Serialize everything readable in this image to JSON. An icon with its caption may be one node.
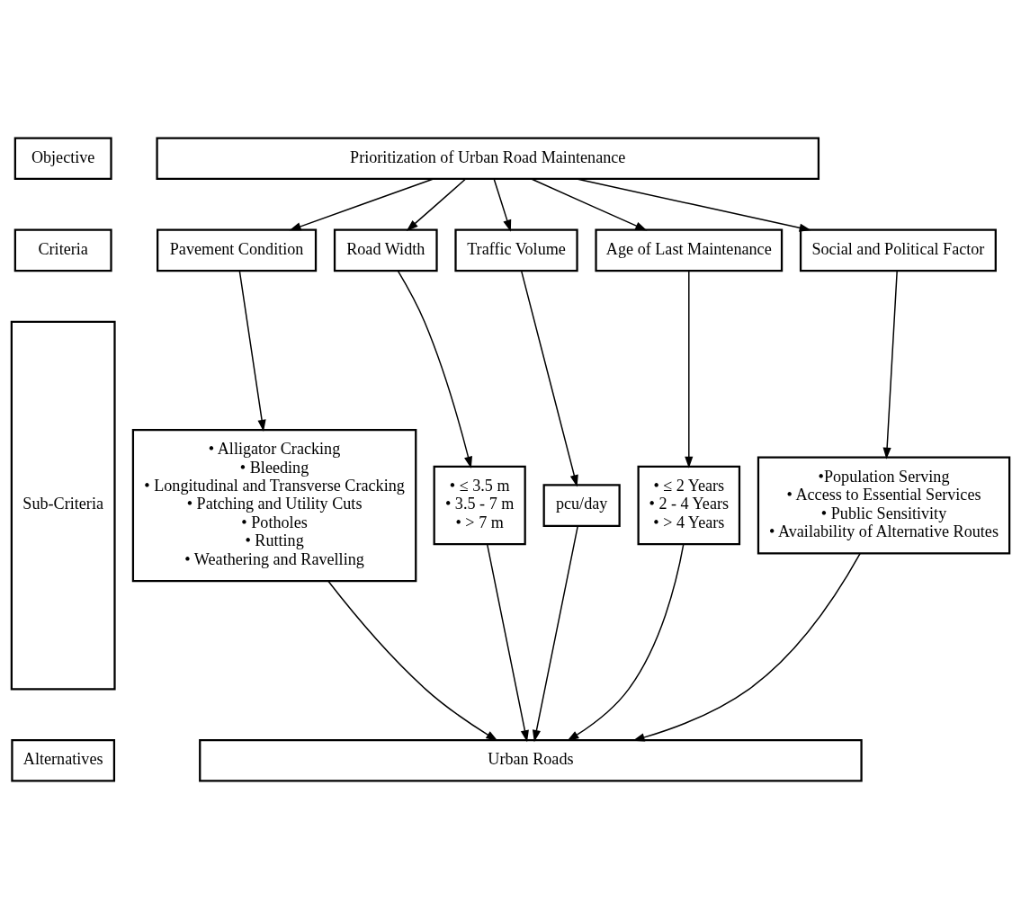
{
  "diagram": {
    "nodes": [
      {
        "text": [
          "Objective"
        ]
      },
      {
        "text": [
          "Prioritization of Urban Road Maintenance"
        ]
      },
      {
        "text": [
          "Criteria"
        ]
      },
      {
        "text": [
          "Pavement Condition"
        ]
      },
      {
        "text": [
          "Road Width"
        ]
      },
      {
        "text": [
          "Traffic Volume"
        ]
      },
      {
        "text": [
          "Age of Last Maintenance"
        ]
      },
      {
        "text": [
          "Social and Political Factor"
        ]
      },
      {
        "text": [
          "Sub-Criteria"
        ]
      },
      {
        "text": [
          "• Alligator Cracking",
          "• Bleeding",
          "• Longitudinal and Transverse Cracking",
          "• Patching and Utility Cuts",
          "• Potholes",
          "• Rutting",
          "• Weathering and Ravelling"
        ]
      },
      {
        "text": [
          "• ≤ 3.5 m",
          "• 3.5 - 7 m",
          "• > 7 m"
        ]
      },
      {
        "text": [
          "pcu/day"
        ]
      },
      {
        "text": [
          "• ≤ 2 Years",
          "• 2 - 4 Years",
          "• > 4 Years"
        ]
      },
      {
        "text": [
          "•Population Serving",
          "• Access to Essential Services",
          "• Public Sensitivity",
          "• Availability of Alternative Routes"
        ]
      },
      {
        "text": [
          "Alternatives"
        ]
      },
      {
        "text": [
          "Urban Roads"
        ]
      }
    ],
    "edges": [
      {
        "from": 1,
        "to": 3,
        "arrow": "to"
      },
      {
        "from": 1,
        "to": 4,
        "arrow": "to"
      },
      {
        "from": 1,
        "to": 5,
        "arrow": "to"
      },
      {
        "from": 1,
        "to": 6,
        "arrow": "to"
      },
      {
        "from": 1,
        "to": 7,
        "arrow": "to"
      },
      {
        "from": 3,
        "to": 9,
        "arrow": "to"
      },
      {
        "from": 4,
        "to": 10,
        "arrow": "to"
      },
      {
        "from": 5,
        "to": 11,
        "arrow": "to"
      },
      {
        "from": 6,
        "to": 12,
        "arrow": "to"
      },
      {
        "from": 7,
        "to": 13,
        "arrow": "to"
      },
      {
        "from": 9,
        "to": 15,
        "arrow": "to"
      },
      {
        "from": 10,
        "to": 15,
        "arrow": "to"
      },
      {
        "from": 11,
        "to": 15,
        "arrow": "to"
      },
      {
        "from": 12,
        "to": 15,
        "arrow": "to"
      },
      {
        "from": 13,
        "to": 15,
        "arrow": "to"
      }
    ]
  }
}
